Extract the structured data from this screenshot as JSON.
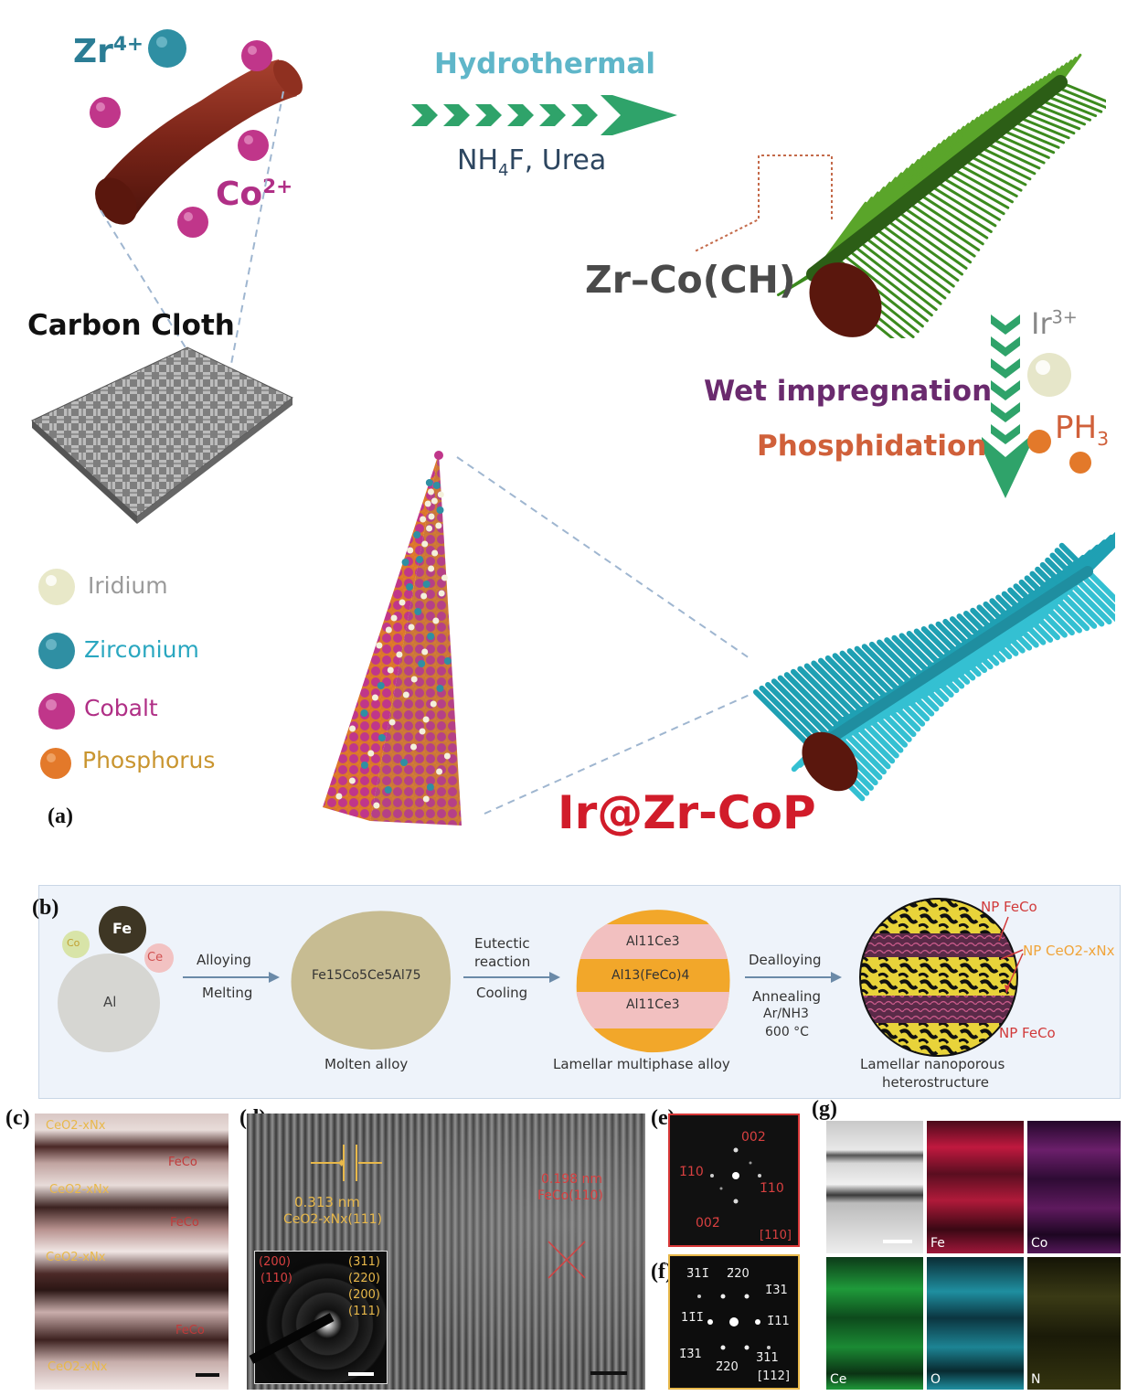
{
  "panel_a": {
    "label": "(a)",
    "zr_ion": "Zr",
    "zr_charge": "4+",
    "co_ion": "Co",
    "co_charge": "2+",
    "carbon_cloth": "Carbon Cloth",
    "hydrothermal": "Hydrothermal",
    "reagents_a": "NH",
    "reagents_sub": "4",
    "reagents_b": "F, Urea",
    "intermediate": "Zr–Co(CH)",
    "ir_ion": "Ir",
    "ir_charge": "3+",
    "wet_impregnation": "Wet impregnation",
    "phosphidation": "Phosphidation",
    "ph_a": "PH",
    "ph_sub": "3",
    "product": "Ir@Zr-CoP",
    "legend": [
      {
        "name": "Iridium",
        "color": "#e8e8c8",
        "text_color": "#999999"
      },
      {
        "name": "Zirconium",
        "color": "#2f8fa3",
        "text_color": "#2aa7c0"
      },
      {
        "name": "Cobalt",
        "color": "#c0368a",
        "text_color": "#b02f86"
      },
      {
        "name": "Phosphorus",
        "color": "#e3792a",
        "text_color": "#c9952f"
      }
    ]
  },
  "panel_b": {
    "label": "(b)",
    "el_fe": "Fe",
    "el_co": "Co",
    "el_ce": "Ce",
    "el_al": "Al",
    "step1_top": "Alloying",
    "step1_bottom": "Melting",
    "molten_formula": "Fe15Co5Ce5Al75",
    "molten_caption": "Molten alloy",
    "step2_top_1": "Eutectic",
    "step2_top_2": "reaction",
    "step2_bottom": "Cooling",
    "layer_top": "Al11Ce3",
    "layer_mid": "Al13(FeCo)4",
    "layer_bottom": "Al11Ce3",
    "lamellar_caption": "Lamellar multiphase alloy",
    "step3_top": "Dealloying",
    "step3_b1": "Annealing",
    "step3_b2": "Ar/NH3",
    "step3_b3": "600 °C",
    "np_feco_top": "NP FeCo",
    "np_ceo": "NP CeO2-xNx",
    "np_feco_bottom": "NP FeCo",
    "hetero_caption_1": "Lamellar nanoporous",
    "hetero_caption_2": "heterostructure"
  },
  "panel_c": {
    "label": "(c)",
    "tags": [
      "CeO2-xNx",
      "FeCo",
      "CeO2-xNx",
      "FeCo",
      "CeO2-xNx",
      "FeCo",
      "CeO2-xNx"
    ]
  },
  "panel_d": {
    "label": "(d)",
    "d1": "0.313 nm",
    "d1_plane": "CeO2-xNx(111)",
    "d2": "0.198 nm",
    "d2_plane": "FeCo(110)",
    "saed_left": [
      "(200)",
      "(110)"
    ],
    "saed_right": [
      "(311)",
      "(220)",
      "(200)",
      "(111)"
    ]
  },
  "panel_e": {
    "label": "(e)",
    "spots": [
      "002",
      "1̄10",
      "1̄10",
      "002̄"
    ],
    "zone": "[110]"
  },
  "panel_f": {
    "label": "(f)",
    "spots": [
      "3̄11̄",
      "2̄20",
      "1̄31",
      "11̄1̄",
      "1̄11",
      "1̄3̄1",
      "2̄20",
      "3̄11"
    ],
    "zone": "[112]"
  },
  "panel_g": {
    "label": "(g)",
    "maps": [
      {
        "name": "",
        "color": "#9a9a9a"
      },
      {
        "name": "Fe",
        "color": "#c0193f"
      },
      {
        "name": "Co",
        "color": "#6b1f6b"
      },
      {
        "name": "Ce",
        "color": "#1f9a3a"
      },
      {
        "name": "O",
        "color": "#1f8fa0"
      },
      {
        "name": "N",
        "color": "#3a3a15"
      }
    ]
  }
}
